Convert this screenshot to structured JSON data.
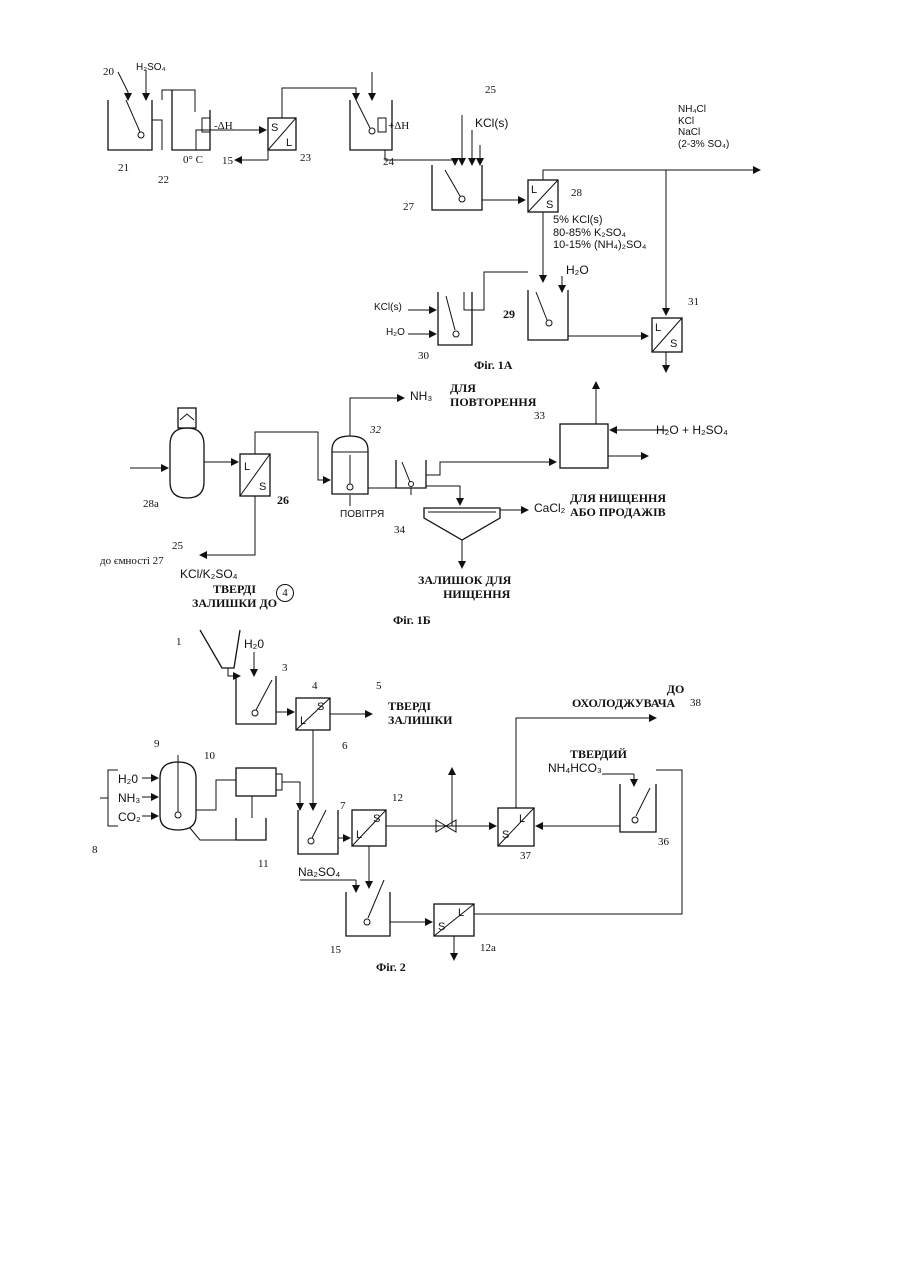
{
  "figures": [
    {
      "caption": "Фіг. 1А"
    },
    {
      "caption": "Фіг. 1Б"
    },
    {
      "caption": "Фіг. 2"
    }
  ],
  "fig1a": {
    "refs": {
      "r20": "20",
      "r21": "21",
      "r22": "22",
      "r23": "23",
      "r24": "24",
      "r25": "25",
      "r27": "27",
      "r28": "28",
      "r29": "29",
      "r30": "30",
      "r31": "31",
      "r15": "15"
    },
    "h2so4": "H₂SO₄",
    "minus_dh": "-ΔH",
    "plus_dh": "+ΔH",
    "zero_c": "0° C",
    "kcl_s": "KCl(s)",
    "kcl_s_2": "KCl(s)",
    "h2o": "H₂O",
    "h2o_2": "H₂O",
    "products": [
      "NH₄Cl",
      "KCl",
      "NaCl",
      "(2-3% SO₄)"
    ],
    "solids": [
      "5% KCl(s)",
      "80-85% K₂SO₄",
      "10-15% (NH₄)₂SO₄"
    ]
  },
  "fig1b": {
    "refs": {
      "r28a": "28a",
      "r26": "26",
      "r32": "32",
      "r33": "33",
      "r34": "34",
      "r25": "25"
    },
    "nh3": "NH₃",
    "recycle": [
      "ДЛЯ",
      "ПОВТОРЕННЯ"
    ],
    "h2o_h2so4": "H₂O + H₂SO₄",
    "air": "ПОВІТРЯ",
    "cacl2": "CaCl₂",
    "destroy_sell": [
      "ДЛЯ НИЩЕННЯ",
      "АБО ПРОДАЖІВ"
    ],
    "to_vessel": "до ємності 27",
    "kcl_k2so4": "KCl/K₂SO₄",
    "solid_residue_to": [
      "ТВЕРДІ",
      "ЗАЛИШКИ ДО"
    ],
    "circle_ref": "4",
    "residue_destroy": [
      "ЗАЛИШОК ДЛЯ",
      "НИЩЕННЯ"
    ]
  },
  "fig2": {
    "refs": {
      "r1": "1",
      "r3": "3",
      "r4": "4",
      "r5": "5",
      "r6": "6",
      "r7": "7",
      "r8": "8",
      "r9": "9",
      "r10": "10",
      "r11": "11",
      "r12": "12",
      "r12a": "12a",
      "r15": "15",
      "r36": "36",
      "r37": "37",
      "r38": "38"
    },
    "h2o_top": "H₂0",
    "solid_residue": [
      "ТВЕРДІ",
      "ЗАЛИШКИ"
    ],
    "to_cooler": [
      "ДО",
      "ОХОЛОДЖУВАЧА"
    ],
    "solid_nh4hco3": [
      "ТВЕРДИЙ",
      "NH₄HCO₃"
    ],
    "feeds": [
      "H₂0",
      "NH₃",
      "CO₂"
    ],
    "na2so4": "Na₂SO₄"
  },
  "separator_letters": {
    "l": "L",
    "s": "S"
  }
}
